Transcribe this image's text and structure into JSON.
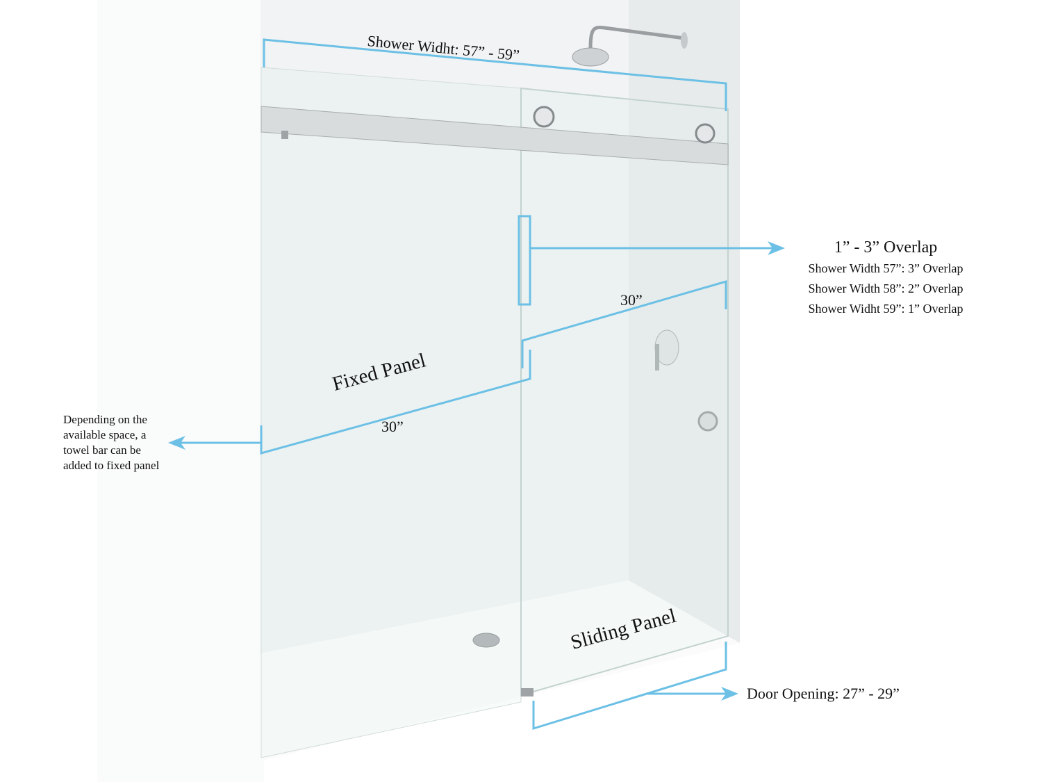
{
  "colors": {
    "dimension_line": "#6cc0e5",
    "wall": "#f1f3f4",
    "glass_edge": "#c9d8d6",
    "hardware": "#b9bcbe"
  },
  "labels": {
    "shower_width": "Shower Widht: 57” - 59”",
    "fixed_panel": "Fixed Panel",
    "sliding_panel": "Sliding Panel",
    "fixed_width": "30”",
    "sliding_width": "30”",
    "door_opening": "Door Opening: 27” - 29”"
  },
  "overlap": {
    "title": "1” - 3” Overlap",
    "rows": [
      "Shower Width 57”: 3” Overlap",
      "Shower Width 58”: 2” Overlap",
      "Shower Widht 59”: 1” Overlap"
    ]
  },
  "towel_bar_note": [
    "Depending on the",
    "available space, a",
    "towel bar can be",
    "added to fixed panel"
  ]
}
